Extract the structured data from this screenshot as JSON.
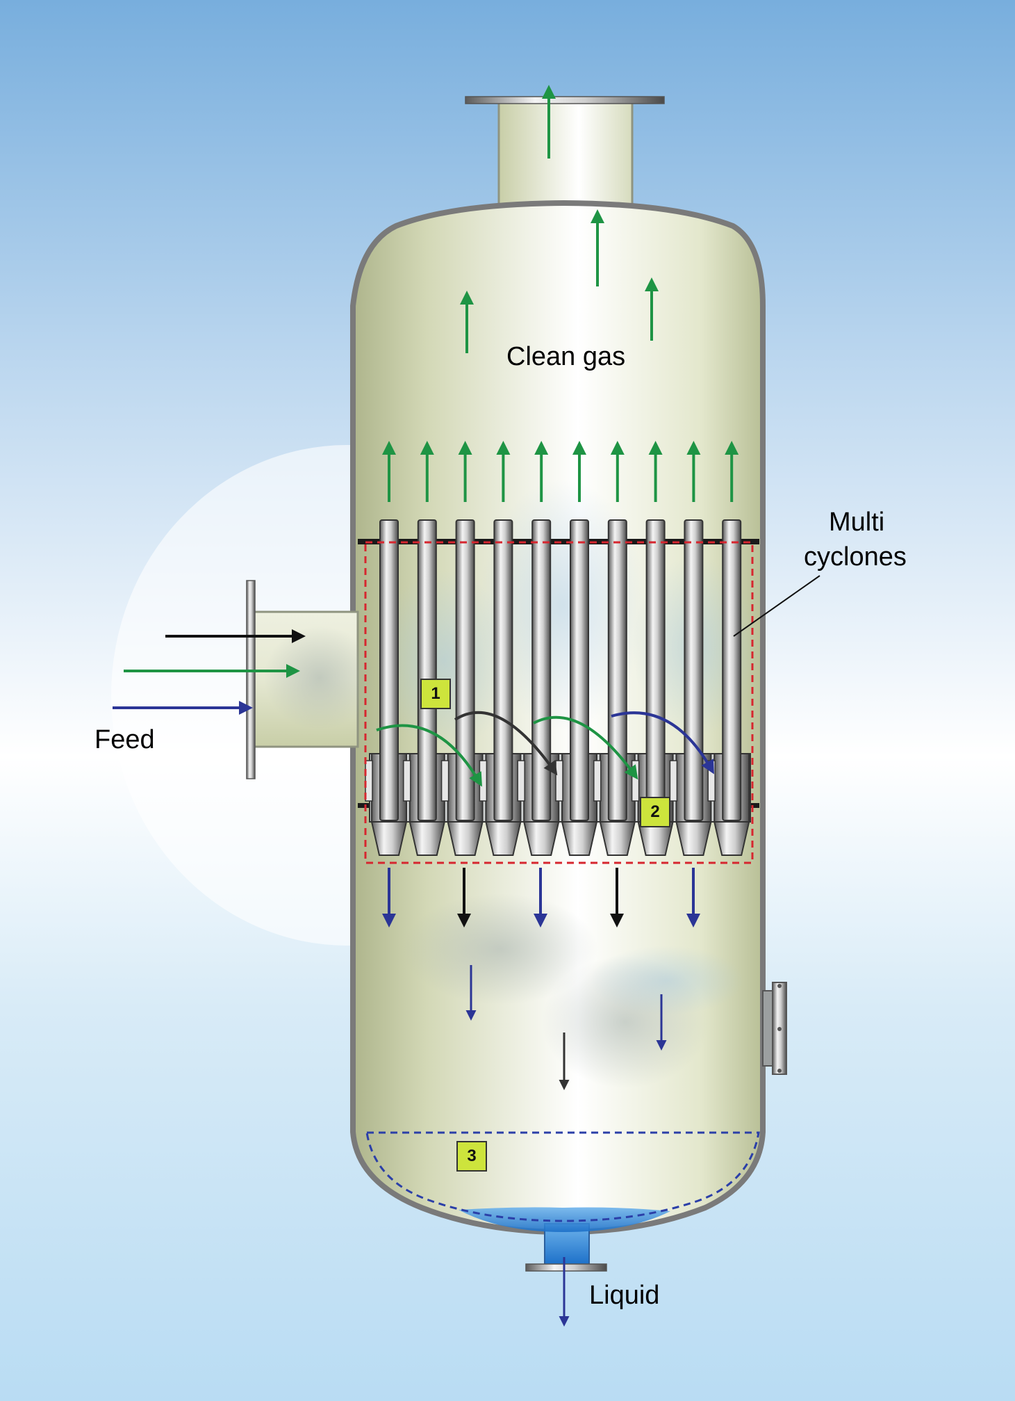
{
  "labels": {
    "clean_gas": "Clean gas",
    "multi": "Multi",
    "cyclones": "cyclones",
    "feed": "Feed",
    "liquid": "Liquid"
  },
  "markers": [
    "1",
    "2",
    "3"
  ],
  "colors": {
    "gas_arrow": "#1e9444",
    "liquid_arrow": "#2b3596",
    "solid_arrow": "#111111",
    "cyclone_zone": "#d6262f",
    "liquid_level": "#2b3fa8",
    "marker_fill": "#cde43c",
    "liquid": "#1b76cf"
  },
  "cyclone_count": 10
}
